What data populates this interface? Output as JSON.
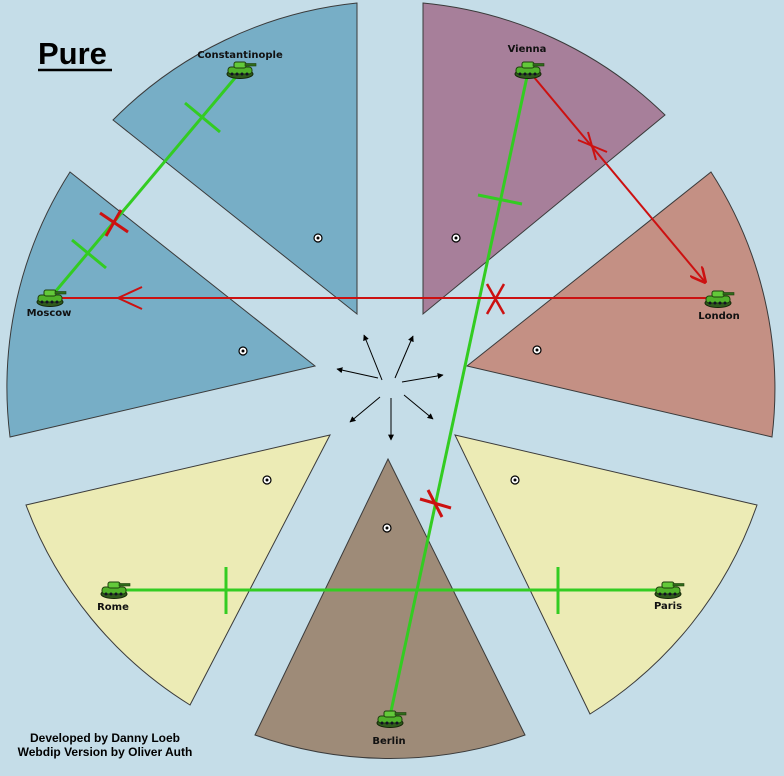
{
  "map": {
    "title": "Pure",
    "credits": [
      "Developed by Danny Loeb",
      "Webdip Version by Oliver Auth"
    ]
  },
  "colors": {
    "background": "#c5dde8",
    "russia": "#77aec6",
    "austria": "#a77f9a",
    "england": "#c49084",
    "italy_france": "#ecebb5",
    "germany": "#9e8b78",
    "support": "#33cc22",
    "move": "#cc1111",
    "unit": "#3fa822"
  },
  "provinces": [
    {
      "id": "constantinople",
      "label": "Constantinople"
    },
    {
      "id": "vienna",
      "label": "Vienna"
    },
    {
      "id": "moscow",
      "label": "Moscow"
    },
    {
      "id": "london",
      "label": "London"
    },
    {
      "id": "rome",
      "label": "Rome"
    },
    {
      "id": "paris",
      "label": "Paris"
    },
    {
      "id": "berlin",
      "label": "Berlin"
    }
  ],
  "units": [
    {
      "province": "constantinople",
      "type": "army"
    },
    {
      "province": "vienna",
      "type": "army"
    },
    {
      "province": "moscow",
      "type": "army"
    },
    {
      "province": "london",
      "type": "army"
    },
    {
      "province": "rome",
      "type": "army"
    },
    {
      "province": "paris",
      "type": "army"
    },
    {
      "province": "berlin",
      "type": "army"
    }
  ],
  "orders": [
    {
      "type": "support",
      "from": "constantinople",
      "to": "moscow",
      "result": "cut"
    },
    {
      "type": "move",
      "from": "vienna",
      "to": "london",
      "result": "failed"
    },
    {
      "type": "move",
      "from": "london",
      "to": "moscow",
      "result": "failed"
    },
    {
      "type": "support",
      "from": "vienna",
      "to": "berlin",
      "result": "ok"
    },
    {
      "type": "support",
      "from": "berlin",
      "to": "vienna",
      "result": "cut"
    },
    {
      "type": "support",
      "from": "rome",
      "to": "paris",
      "result": "ok"
    }
  ]
}
